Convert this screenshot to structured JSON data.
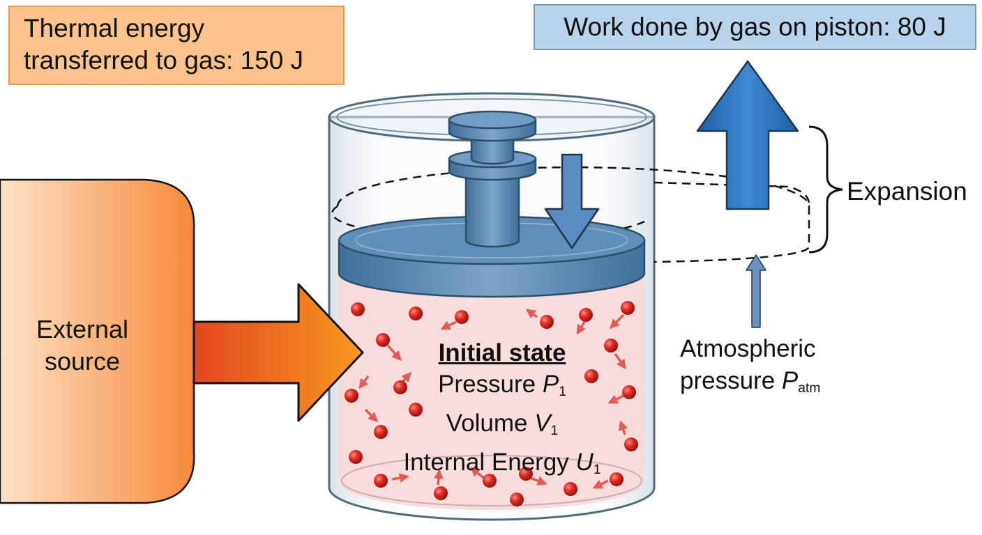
{
  "heat_label": {
    "line1": "Thermal energy",
    "line2": "transferred to gas: 150 J"
  },
  "work_label": "Work done by gas on piston: 80 J",
  "external_source": {
    "line1": "External",
    "line2": "source"
  },
  "expansion_label": "Expansion",
  "atmospheric": {
    "line1": "Atmospheric",
    "line2": "pressure",
    "symbol": "P",
    "subscript": "atm"
  },
  "initial_state": {
    "title": "Initial state",
    "rows": [
      {
        "label": "Pressure",
        "symbol": "P",
        "subscript": "1"
      },
      {
        "label": "Volume",
        "symbol": "V",
        "subscript": "1"
      },
      {
        "label": "Internal Energy",
        "symbol": "U",
        "subscript": "1"
      }
    ]
  },
  "colors": {
    "heat_box_fill": "#fcc48c",
    "work_box_fill": "#b7d4ea",
    "heat_arrow": "#f07a22",
    "work_arrow": "#2f78c2",
    "piston": "#5b8cb4",
    "gas": "#f6d9d7",
    "molecule": "#d9201e"
  }
}
